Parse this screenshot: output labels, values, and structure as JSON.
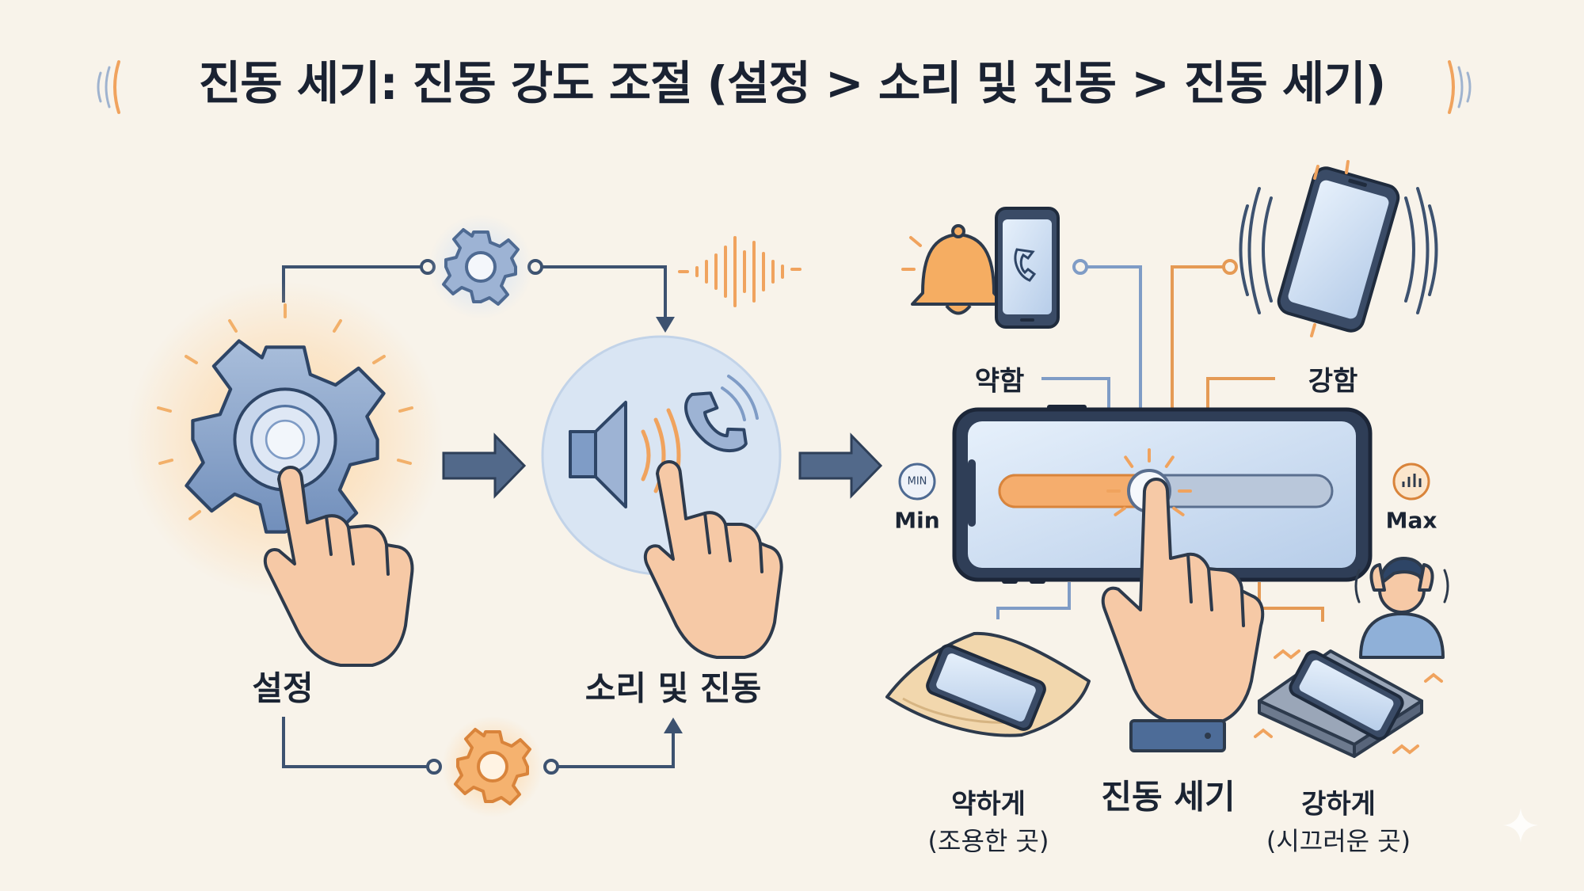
{
  "title": "진동 세기: 진동 강도 조절 (설정 > 소리 및 진동 > 진동 세기)",
  "steps": {
    "settings": "설정",
    "sound_vibration": "소리 및 진동",
    "vibration_intensity": "진동 세기"
  },
  "slider": {
    "weak_label": "약함",
    "strong_label": "강함",
    "min_label": "Min",
    "max_label": "Max",
    "min_icon_text": "MIN",
    "level": 0.45
  },
  "examples": {
    "weak_title": "약하게",
    "weak_sub": "(조용한 곳)",
    "strong_title": "강하게",
    "strong_sub": "(시끄러운 곳)"
  },
  "colors": {
    "background": "#f8f3ea",
    "steel_blue": "#7f9cc6",
    "dark_navy": "#26374f",
    "orange": "#f0a35e",
    "skin": "#f6c9a6",
    "cushion": "#f2d7ad"
  },
  "icons": [
    "gear-icon",
    "speaker-icon",
    "phone-handset-icon",
    "bell-icon",
    "smartphone-icon",
    "vibrating-phone-icon",
    "pointing-hand-icon",
    "sound-wave-icon",
    "person-covering-ears-icon",
    "pillow-icon",
    "table-icon"
  ]
}
